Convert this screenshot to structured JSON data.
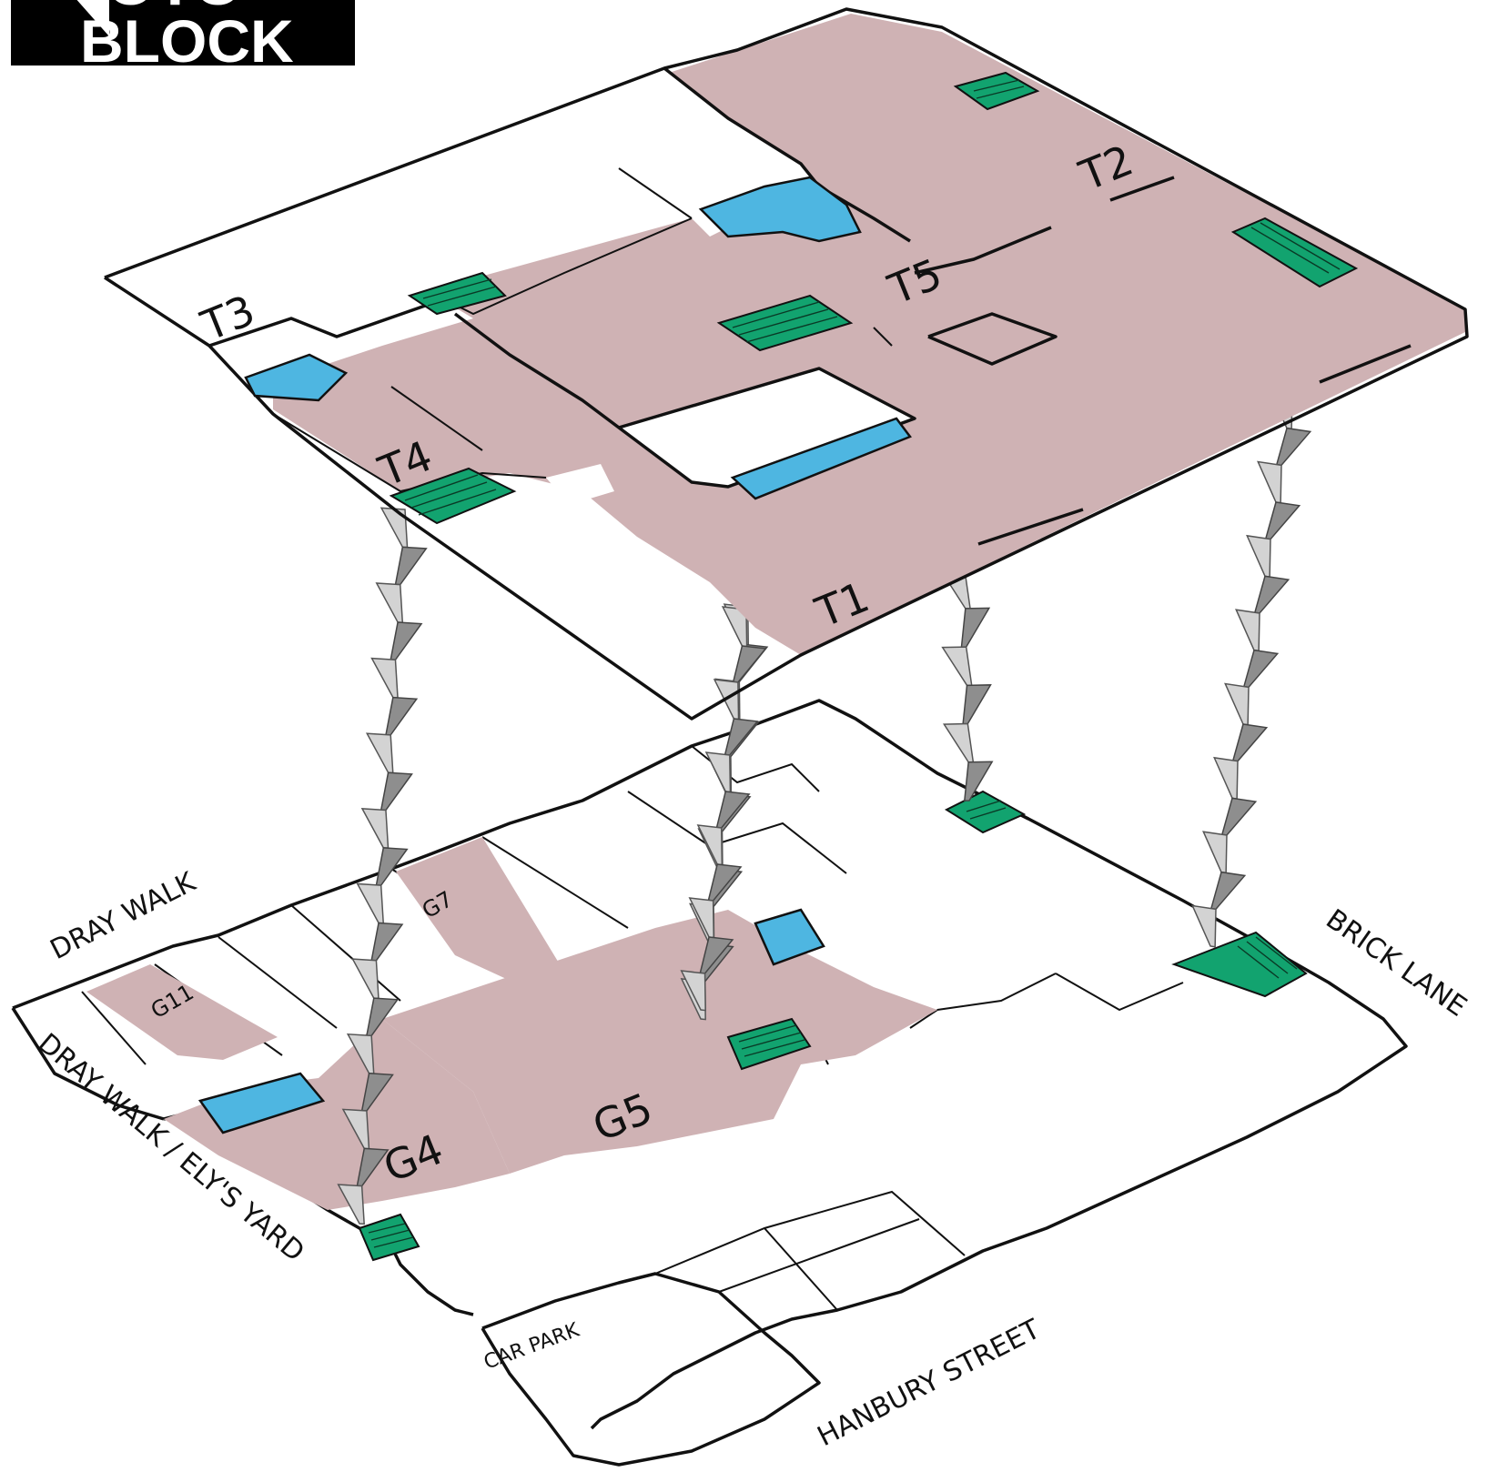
{
  "logo": {
    "line1": "TOTO",
    "line2": "BLOCK",
    "colors": {
      "background": "#000000",
      "text": "#ffffff"
    }
  },
  "colors": {
    "unit_fill": "#cfb2b4",
    "lift_fill": "#4eb6e1",
    "stairs_fill": "#12a36f",
    "connector_light": "#d3d3d3",
    "connector_dark": "#8e8e8e",
    "outline": "#111111"
  },
  "levels": {
    "top": {
      "units": [
        "T1",
        "T2",
        "T3",
        "T4",
        "T5"
      ]
    },
    "ground": {
      "units": [
        "G4",
        "G5",
        "G7",
        "G11"
      ]
    }
  },
  "streets": {
    "dray_walk": "DRAY WALK",
    "dray_walk_elys_yard": "DRAY WALK / ELY'S YARD",
    "brick_lane": "BRICK LANE",
    "hanbury_street": "HANBURY STREET",
    "car_park": "CAR PARK"
  },
  "legend_icons": [
    "stairs-icon",
    "lift-icon",
    "floor-connector-icon"
  ]
}
